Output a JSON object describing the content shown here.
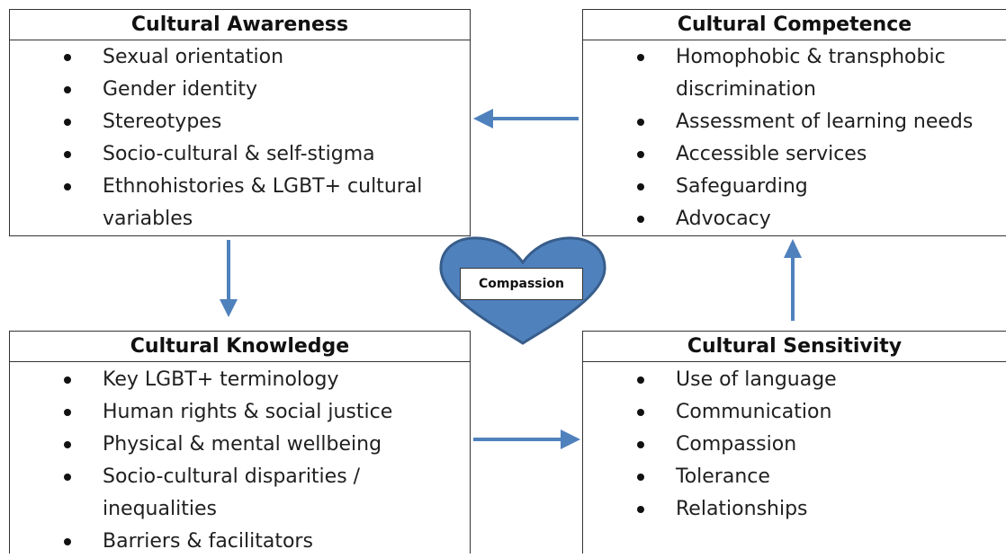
{
  "colors": {
    "arrow": "#4F81BD",
    "heart_fill": "#4F81BD",
    "heart_stroke": "#385D8A",
    "border": "#333333",
    "text": "#1f1f1f"
  },
  "awareness": {
    "title": "Cultural Awareness",
    "items": [
      "Sexual orientation",
      "Gender identity",
      "Stereotypes",
      "Socio-cultural & self-stigma",
      "Ethnohistories & LGBT+ cultural",
      "variables"
    ]
  },
  "competence": {
    "title": "Cultural Competence",
    "items": [
      "Homophobic & transphobic",
      "discrimination",
      "Assessment of learning needs",
      "Accessible services",
      "Safeguarding",
      "Advocacy"
    ]
  },
  "knowledge": {
    "title": "Cultural Knowledge",
    "items": [
      "Key LGBT+ terminology",
      "Human rights & social justice",
      "Physical & mental wellbeing",
      "Socio-cultural disparities /",
      "inequalities",
      "Barriers & facilitators"
    ]
  },
  "sensitivity": {
    "title": "Cultural Sensitivity",
    "items": [
      "Use of language",
      "Communication",
      "Compassion",
      "Tolerance",
      "Relationships"
    ]
  },
  "center": {
    "label": "Compassion",
    "icon": "heart-icon"
  }
}
